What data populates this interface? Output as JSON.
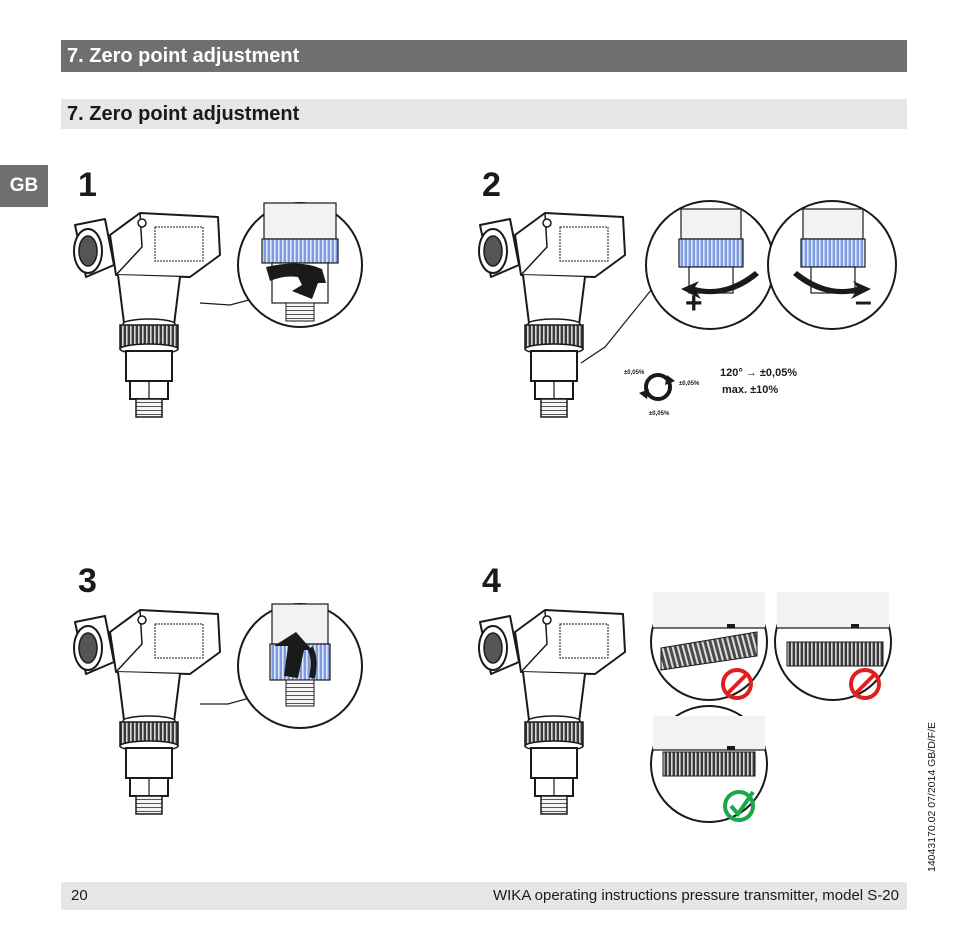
{
  "headers": {
    "section_bar": "7. Zero point adjustment",
    "subsection_bar": "7. Zero point adjustment"
  },
  "language_tab": "GB",
  "steps": [
    "1",
    "2",
    "3",
    "4"
  ],
  "step2_notes": {
    "rotation_value": "120° → ±0,05%",
    "max_value": "max. ±10%",
    "ring_labels": [
      "±0,05%",
      "±0,05%",
      "±0,05%"
    ],
    "plus_sign": "+",
    "minus_sign": "–"
  },
  "step4_status": [
    "incorrect",
    "incorrect",
    "correct"
  ],
  "colors": {
    "header_dark": "#6f6f6f",
    "header_light": "#e6e6e6",
    "ring_blue": "#7c9be0",
    "prohibited_red": "#e02020",
    "ok_green": "#1aa84a"
  },
  "footer": {
    "page_number": "20",
    "document_title": "WIKA operating instructions pressure transmitter, model S-20"
  },
  "document_number": "14043170.02 07/2014 GB/D/F/E"
}
